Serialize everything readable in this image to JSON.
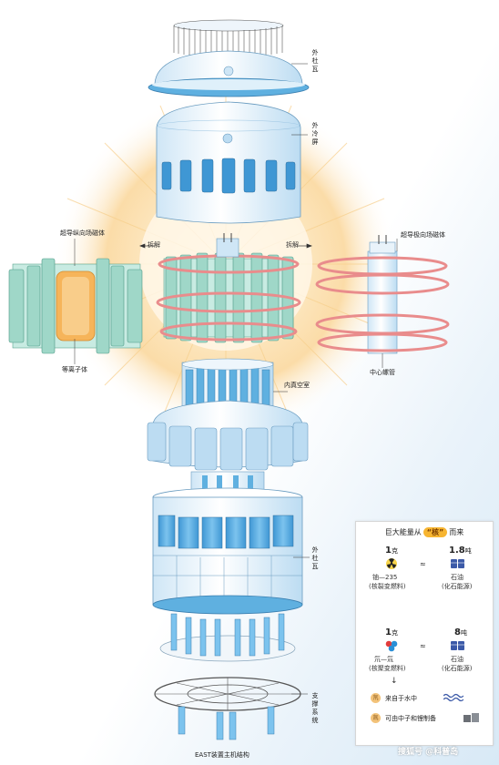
{
  "labels": {
    "outer_dewar_top": "外杜瓦",
    "outer_cold_shield": "外冷屏",
    "split_left": "拆解",
    "split_right": "拆解",
    "tf_coil": "超导纵向场磁体",
    "pf_coil": "超导极向场磁体",
    "plasma": "等离子体",
    "central_solenoid": "中心螺管",
    "inner_vacuum_chamber": "内真空室",
    "outer_dewar_bottom": "外杜瓦",
    "support_system": "支撑系统",
    "caption": "EAST装置主机结构"
  },
  "panel": {
    "title_pre": "巨大能量从",
    "title_hl": "“核”",
    "title_post": "而来",
    "row1": {
      "left_amount": "1",
      "left_unit": "克",
      "left_name": "铀—235",
      "left_note": "(核裂变燃料)",
      "approx": "≈",
      "right_amount": "1.8",
      "right_unit": "吨",
      "right_name": "石油",
      "right_note": "(化石能源)"
    },
    "row2": {
      "left_amount": "1",
      "left_unit": "克",
      "left_name": "氘—氚",
      "left_note": "(核聚变燃料)",
      "approx": "≈",
      "right_amount": "8",
      "right_unit": "吨",
      "right_name": "石油",
      "right_note": "(化石能源)"
    },
    "down_arrow": "↓",
    "fact1_badge": "氘",
    "fact1_text": "来自于水中",
    "fact2_badge": "氚",
    "fact2_text": "可由中子和锂制备"
  },
  "credit": "搜狐号 @科普岛",
  "colors": {
    "dewar_white": "#f4f9fd",
    "dewar_blue": "#5fb0e0",
    "tf_green": "#9fd7c8",
    "pf_pink": "#e98c8c",
    "plasma_orange": "#f6b45a",
    "halo": "#fbe2b8",
    "accent_gold": "#f7b531"
  },
  "icons": [
    "radiation-icon",
    "oil-barrel-icon",
    "atom-icon",
    "water-wave-icon",
    "lithium-icon"
  ]
}
